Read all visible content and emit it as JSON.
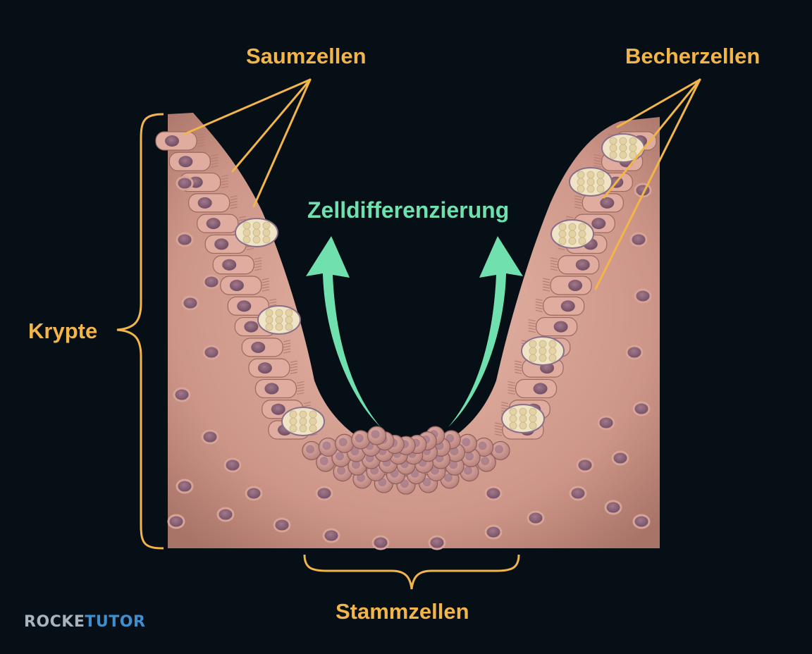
{
  "labels": {
    "saumzellen": "Saumzellen",
    "becherzellen": "Becherzellen",
    "krypte": "Krypte",
    "stammzellen": "Stammzellen",
    "zelldifferenzierung": "Zelldifferenzierung"
  },
  "logo": {
    "text": "ROCKETUTOR",
    "part1": "ROCKE",
    "part2": "TUTOR"
  },
  "colors": {
    "background": "#060e16",
    "label": "#f2b54a",
    "arrow": "#6fe0ae",
    "tissue": "#d9a394",
    "nucleus": "#8c6378",
    "goblet": "#eee0bc",
    "logo_part1": "#a9b3bd",
    "logo_part2": "#3d8fd0"
  }
}
